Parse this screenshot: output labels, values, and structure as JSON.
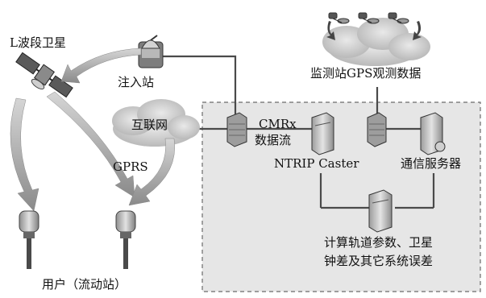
{
  "diagram": {
    "labels": {
      "l_band_satellite": "L波段卫星",
      "injection_station": "注入站",
      "monitoring_data": "监测站GPS观测数据",
      "internet": "互联网",
      "gprs": "GPRS",
      "cmrx_line1": "CMRx",
      "cmrx_line2": "数据流",
      "ntrip_caster": "NTRIP Caster",
      "comm_server": "通信服务器",
      "compute_line1": "计算轨道参数、卫星",
      "compute_line2": "钟差及其它系统误差",
      "users": "用户（流动站）"
    },
    "colors": {
      "line": "#4a4a4a",
      "cloud": "#c9c9c9",
      "dashed_box_fill": "#e6e6e6",
      "arrow": "#9a9a9a",
      "device": "#bdbdbd"
    }
  }
}
